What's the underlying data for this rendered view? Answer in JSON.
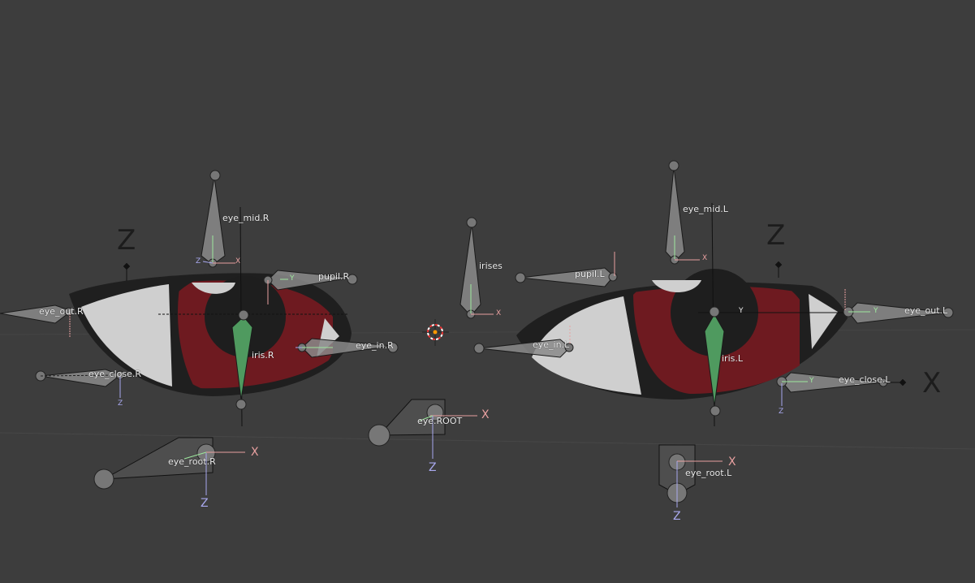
{
  "viewport": {
    "background": "#3d3d3d",
    "axis_labels": {
      "z": "Z",
      "x": "X",
      "y": "Y"
    }
  },
  "bones": {
    "eye_mid_r": "eye_mid.R",
    "pupil_r": "pupil.R",
    "eye_out_r": "eye_out.R",
    "iris_r": "iris.R",
    "eye_in_r": "eye_in.R",
    "eye_close_r": "eye_close.R",
    "eye_root_r": "eye_root.R",
    "irises": "irises",
    "eye_root": "eye.ROOT",
    "eye_mid_l": "eye_mid.L",
    "pupil_l": "pupil.L",
    "eye_in_l": "eye_in.L",
    "iris_l": "iris.L",
    "eye_out_l": "eye_out.L",
    "eye_close_l": "eye_close.L",
    "eye_root_l": "eye_root.L"
  },
  "colors": {
    "iris": "#7a1a22",
    "selected_bone": "#4f9a5f",
    "x_axis": "#e8a0a0",
    "y_axis": "#9ee89e",
    "z_axis": "#a8a8ee"
  }
}
